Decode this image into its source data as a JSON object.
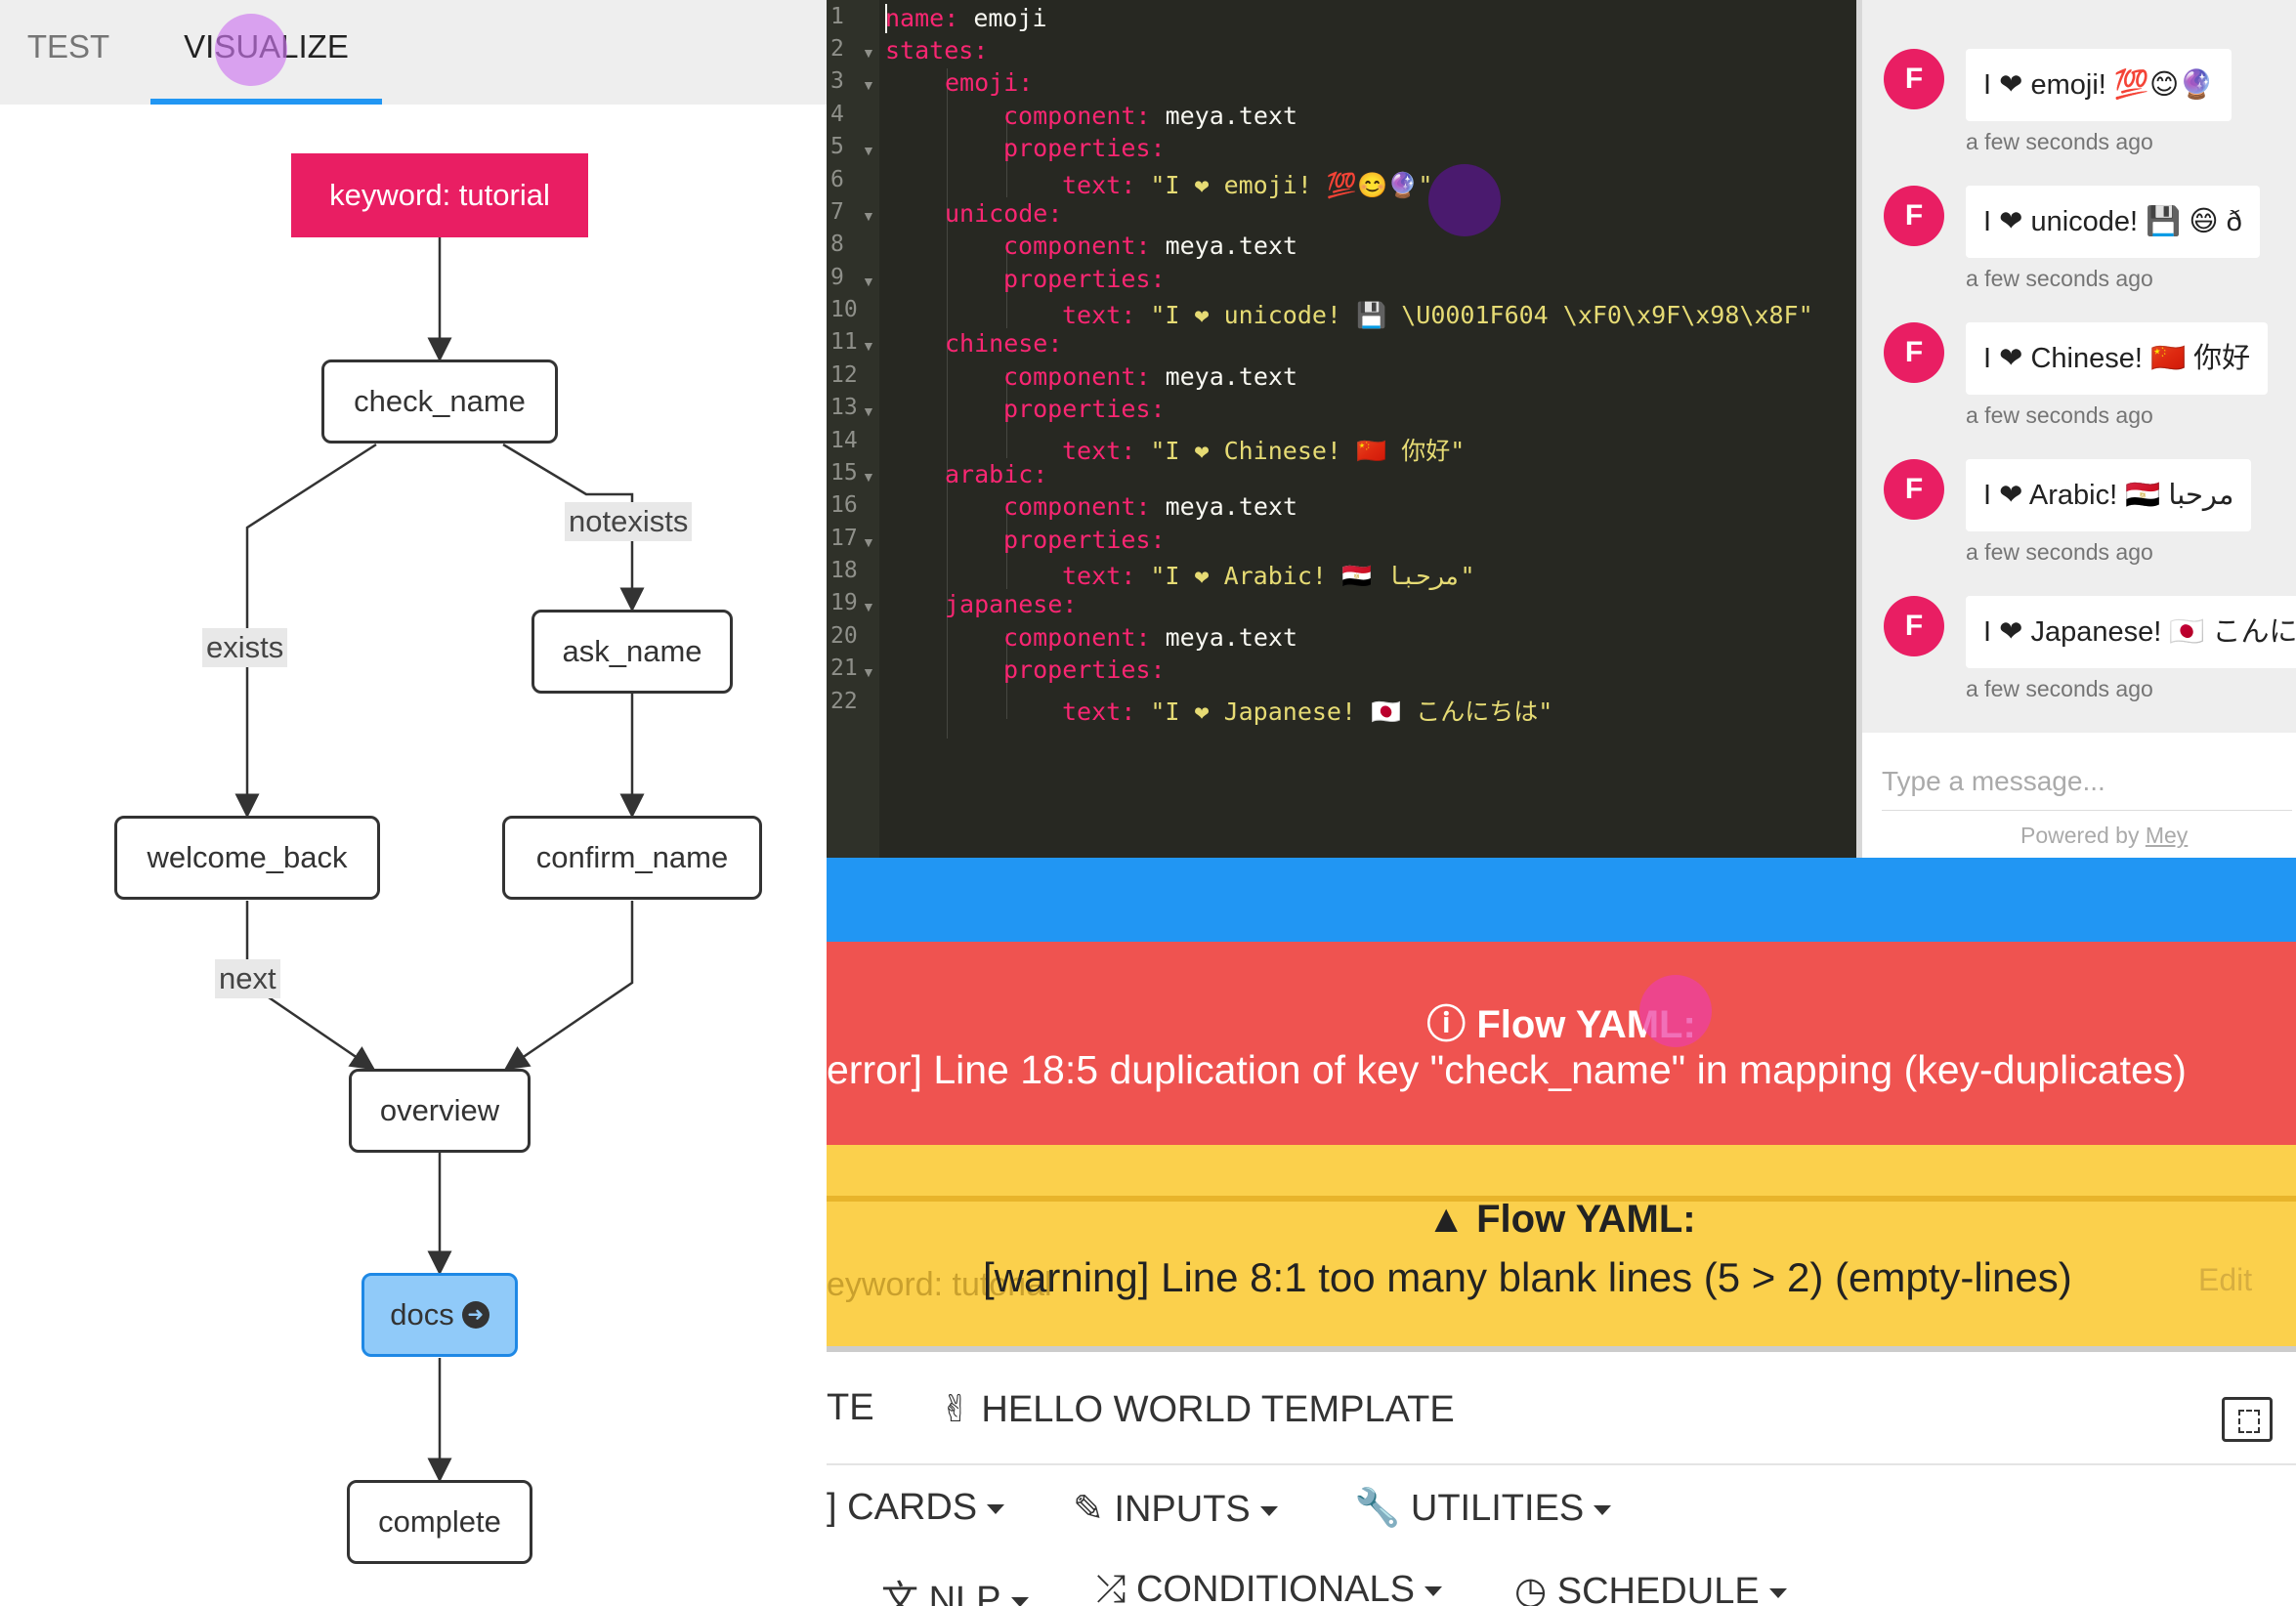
{
  "tabs": {
    "test": "TEST",
    "visualize": "VISUALIZE"
  },
  "flow": {
    "trigger": "keyword: tutorial",
    "nodes": {
      "check_name": "check_name",
      "ask_name": "ask_name",
      "welcome_back": "welcome_back",
      "confirm_name": "confirm_name",
      "overview": "overview",
      "docs": "docs",
      "complete": "complete"
    },
    "edge_labels": {
      "exists": "exists",
      "notexists": "notexists",
      "next": "next"
    }
  },
  "editor": {
    "line_numbers": [
      "1",
      "2",
      "3",
      "4",
      "5",
      "6",
      "7",
      "8",
      "9",
      "10",
      "11",
      "12",
      "13",
      "14",
      "15",
      "16",
      "17",
      "18",
      "19",
      "20",
      "21",
      "22"
    ],
    "lines": {
      "l1k": "name:",
      "l1v": " emoji",
      "l2k": "states:",
      "l3k": "emoji:",
      "l4k": "component:",
      "l4v": " meya.text",
      "l5k": "properties:",
      "l6k": "text:",
      "l6v": " \"I ❤ emoji! 💯😊🔮\"",
      "l7k": "unicode:",
      "l8k": "component:",
      "l8v": " meya.text",
      "l9k": "properties:",
      "l10k": "text:",
      "l10v": " \"I ❤ unicode! 💾 \\U0001F604 \\xF0\\x9F\\x98\\x8F\"",
      "l11k": "chinese:",
      "l12k": "component:",
      "l12v": " meya.text",
      "l13k": "properties:",
      "l14k": "text:",
      "l14v": " \"I ❤ Chinese! 🇨🇳 你好\"",
      "l15k": "arabic:",
      "l16k": "component:",
      "l16v": " meya.text",
      "l17k": "properties:",
      "l18k": "text:",
      "l18v": " \"I ❤ Arabic! 🇪🇬 مرحبا\"",
      "l19k": "japanese:",
      "l20k": "component:",
      "l20v": " meya.text",
      "l21k": "properties:",
      "l22k": "text:",
      "l22v": " \"I ❤ Japanese! 🇯🇵 こんにちは\""
    }
  },
  "chat": {
    "messages": [
      {
        "avatar": "F",
        "text": "I ❤ emoji! 💯😊🔮",
        "time": "a few seconds ago"
      },
      {
        "avatar": "F",
        "text": "I ❤ unicode! 💾 😄 ð",
        "time": "a few seconds ago"
      },
      {
        "avatar": "F",
        "text": "I ❤ Chinese! 🇨🇳 你好",
        "time": "a few seconds ago"
      },
      {
        "avatar": "F",
        "text": "I ❤ Arabic! 🇪🇬 مرحبا",
        "time": "a few seconds ago"
      },
      {
        "avatar": "F",
        "text": "I ❤ Japanese! 🇯🇵 こんにち",
        "time": "a few seconds ago"
      }
    ],
    "input_placeholder": "Type a message...",
    "powered_by": "Powered by ",
    "powered_link": "Mey"
  },
  "error": {
    "icon": "ⓘ",
    "title": "Flow YAML:",
    "message": "error] Line 18:5 duplication of key \"check_name\" in mapping (key-duplicates)"
  },
  "warning": {
    "icon": "▲",
    "title": "Flow YAML:",
    "background_text": "eyword: tutorial",
    "message": "[warning] Line 8:1 too many blank lines (5 > 2) (empty-lines)",
    "edit": "Edit"
  },
  "toolbar": {
    "row1": {
      "te": "TE",
      "hello_icon": "✌",
      "hello": "HELLO WORLD TEMPLATE"
    },
    "row2": {
      "cards": "CARDS",
      "inputs": "INPUTS",
      "utilities": "UTILITIES"
    },
    "row3": {
      "nlp": "NLP",
      "conditionals": "CONDITIONALS",
      "schedule": "SCHEDULE"
    },
    "icons": {
      "cards": "]",
      "inputs": "✎",
      "utilities": "🔧",
      "nlp": "文",
      "conditionals": "⤮",
      "schedule": "◷"
    }
  },
  "colors": {
    "accent_blue": "#2196f3",
    "trigger_pink": "#e91e63",
    "error_red": "#ef5350",
    "warning_yellow": "#fbd04c",
    "editor_bg": "#272822",
    "yaml_key": "#f92672",
    "yaml_string": "#e6db74"
  }
}
